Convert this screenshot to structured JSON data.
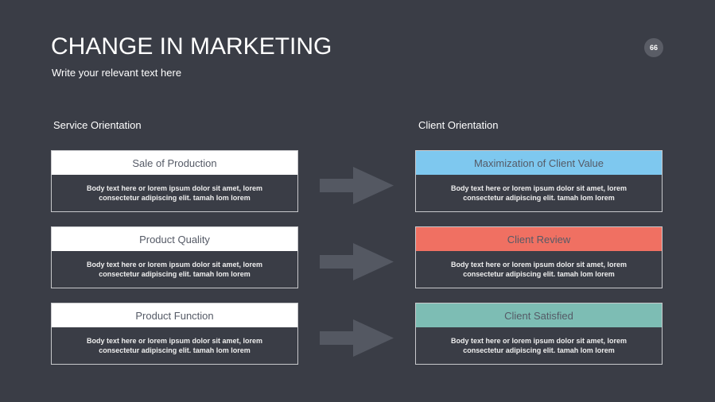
{
  "title": "CHANGE IN MARKETING",
  "subtitle": "Write your relevant text here",
  "page_number": "66",
  "left_column": {
    "heading": "Service Orientation",
    "items": [
      {
        "title": "Sale of Production",
        "body": "Body text here or lorem ipsum dolor sit amet, lorem consectetur adipiscing elit. tamah lom lorem"
      },
      {
        "title": "Product Quality",
        "body": "Body text here or lorem ipsum dolor sit amet, lorem consectetur adipiscing elit. tamah lom lorem"
      },
      {
        "title": "Product Function",
        "body": "Body text here or lorem ipsum dolor sit amet, lorem consectetur adipiscing elit. tamah lom lorem"
      }
    ]
  },
  "right_column": {
    "heading": "Client Orientation",
    "items": [
      {
        "title": "Maximization of Client Value",
        "body": "Body text here or lorem ipsum dolor sit amet, lorem consectetur adipiscing elit. tamah lom lorem",
        "color": "#7ec8ef"
      },
      {
        "title": "Client Review",
        "body": "Body text here or lorem ipsum dolor sit amet, lorem consectetur adipiscing elit. tamah lom lorem",
        "color": "#f07062"
      },
      {
        "title": "Client Satisfied",
        "body": "Body text here or lorem ipsum dolor sit amet, lorem consectetur adipiscing elit. tamah lom lorem",
        "color": "#7dbdb4"
      }
    ]
  }
}
